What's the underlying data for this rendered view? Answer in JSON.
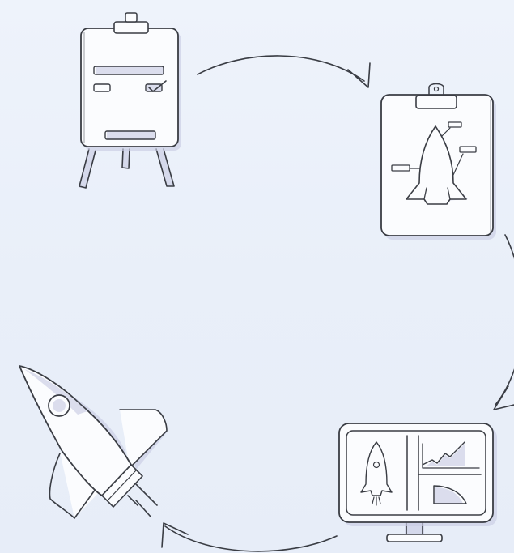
{
  "diagram": {
    "type": "cycle",
    "steps": [
      {
        "id": "plan",
        "icon": "easel-checklist-icon"
      },
      {
        "id": "design",
        "icon": "clipboard-rocket-blueprint-icon"
      },
      {
        "id": "analyze",
        "icon": "monitor-dashboard-icon"
      },
      {
        "id": "launch",
        "icon": "rocket-icon"
      }
    ],
    "colors": {
      "background": "#ecf1fa",
      "ink": "#3a3d44",
      "paper": "#fbfcfe",
      "shade": "#c9cde4"
    }
  }
}
